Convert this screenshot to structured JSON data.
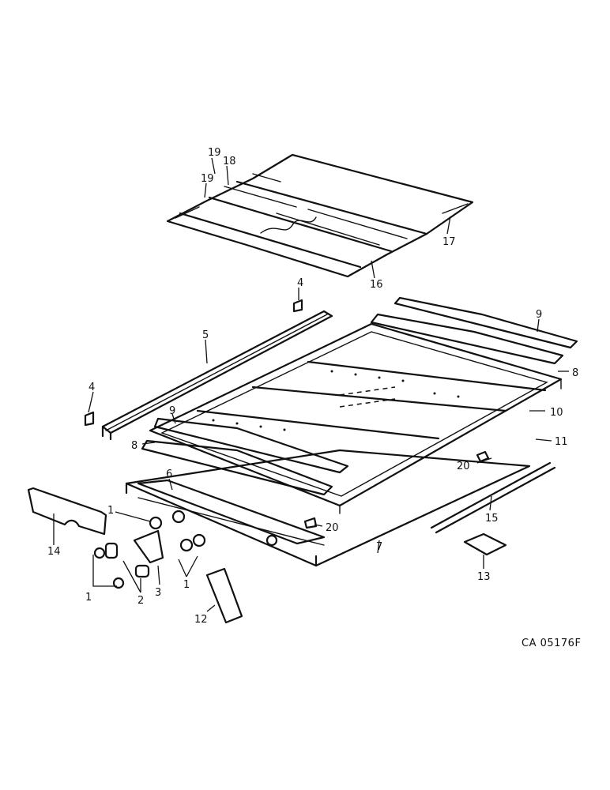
{
  "callouts": {
    "c1a": "1",
    "c1b": "1",
    "c1c": "1",
    "c2": "2",
    "c3": "3",
    "c4a": "4",
    "c4b": "4",
    "c5": "5",
    "c6": "6",
    "c7": "7",
    "c8a": "8",
    "c8b": "8",
    "c9a": "9",
    "c9b": "9",
    "c10": "10",
    "c11": "11",
    "c12": "12",
    "c13": "13",
    "c14": "14",
    "c15": "15",
    "c16": "16",
    "c17": "17",
    "c18": "18",
    "c19a": "19",
    "c19b": "19",
    "c20a": "20",
    "c20b": "20"
  },
  "reference_code": "CA 05176F"
}
